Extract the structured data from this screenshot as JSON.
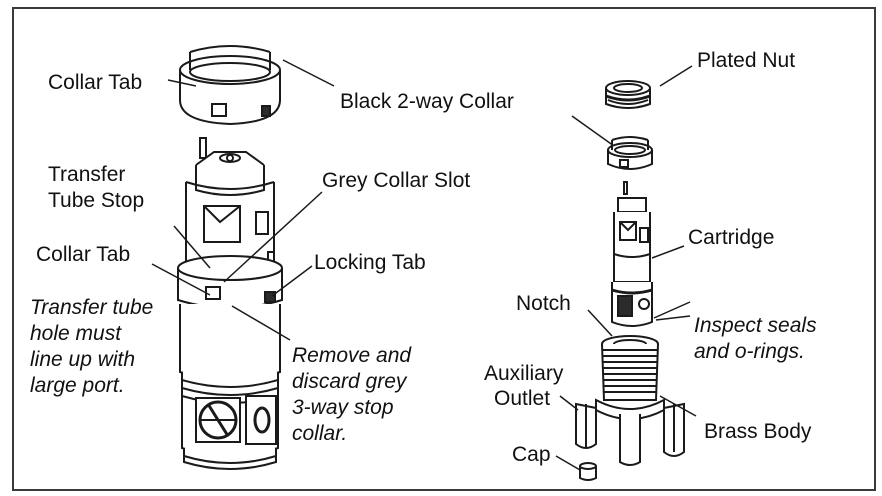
{
  "labels": {
    "collar_tab_top": "Collar Tab",
    "black_collar": "Black 2-way Collar",
    "transfer_stop_1": "Transfer",
    "transfer_stop_2": "Tube Stop",
    "grey_slot": "Grey Collar Slot",
    "collar_tab_mid": "Collar Tab",
    "locking_tab": "Locking Tab",
    "transfer_hole_1": "Transfer tube",
    "transfer_hole_2": "hole must",
    "transfer_hole_3": "line up with",
    "transfer_hole_4": "large port.",
    "remove_1": "Remove and",
    "remove_2": "discard grey",
    "remove_3": "3-way stop",
    "remove_4": "collar.",
    "plated_nut": "Plated Nut",
    "cartridge": "Cartridge",
    "notch": "Notch",
    "inspect_1": "Inspect seals",
    "inspect_2": "and o-rings.",
    "aux_1": "Auxiliary",
    "aux_2": "Outlet",
    "brass_body": "Brass Body",
    "cap": "Cap"
  },
  "colors": {
    "line": "#1a1a1a",
    "grey": "#cfcfcf",
    "dark": "#2b2b2b"
  }
}
